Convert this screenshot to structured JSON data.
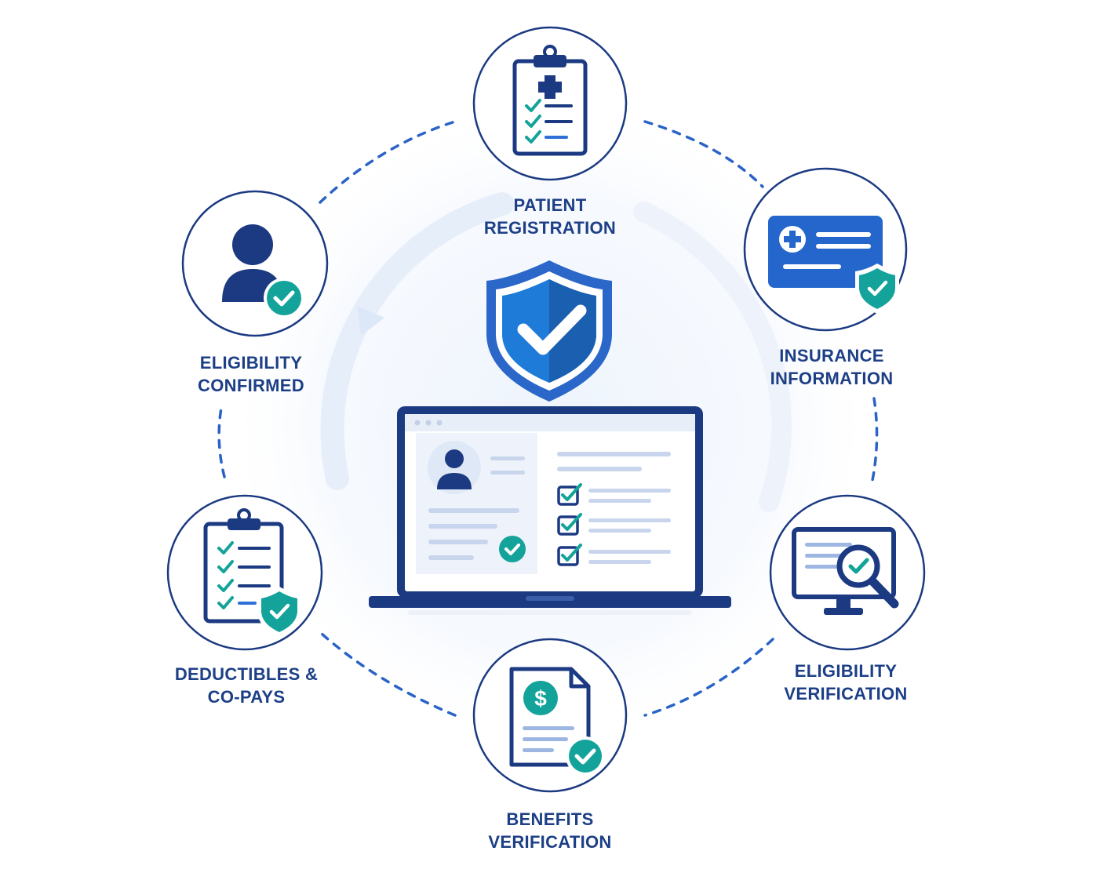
{
  "steps": [
    {
      "id": "patient-registration",
      "line1": "PATIENT",
      "line2": "REGISTRATION",
      "icon": "clipboard-medical-icon"
    },
    {
      "id": "insurance-information",
      "line1": "INSURANCE",
      "line2": "INFORMATION",
      "icon": "insurance-card-icon"
    },
    {
      "id": "eligibility-verification",
      "line1": "ELIGIBILITY",
      "line2": "VERIFICATION",
      "icon": "monitor-magnifier-icon"
    },
    {
      "id": "benefits-verification",
      "line1": "BENEFITS",
      "line2": "VERIFICATION",
      "icon": "invoice-dollar-icon"
    },
    {
      "id": "deductibles-copays",
      "line1": "DEDUCTIBLES &",
      "line2": "CO-PAYS",
      "icon": "checklist-shield-icon"
    },
    {
      "id": "eligibility-confirmed",
      "line1": "ELIGIBILITY",
      "line2": "CONFIRMED",
      "icon": "user-check-icon"
    }
  ],
  "center": {
    "shield_icon": "shield-check-icon",
    "laptop_icon": "laptop-patient-record-icon"
  },
  "colors": {
    "navy": "#1b3a82",
    "blue": "#2f6fd6",
    "teal": "#13a39a",
    "text": "#1c3f86",
    "light": "#e9f0fb",
    "dash": "#2a63c7"
  }
}
